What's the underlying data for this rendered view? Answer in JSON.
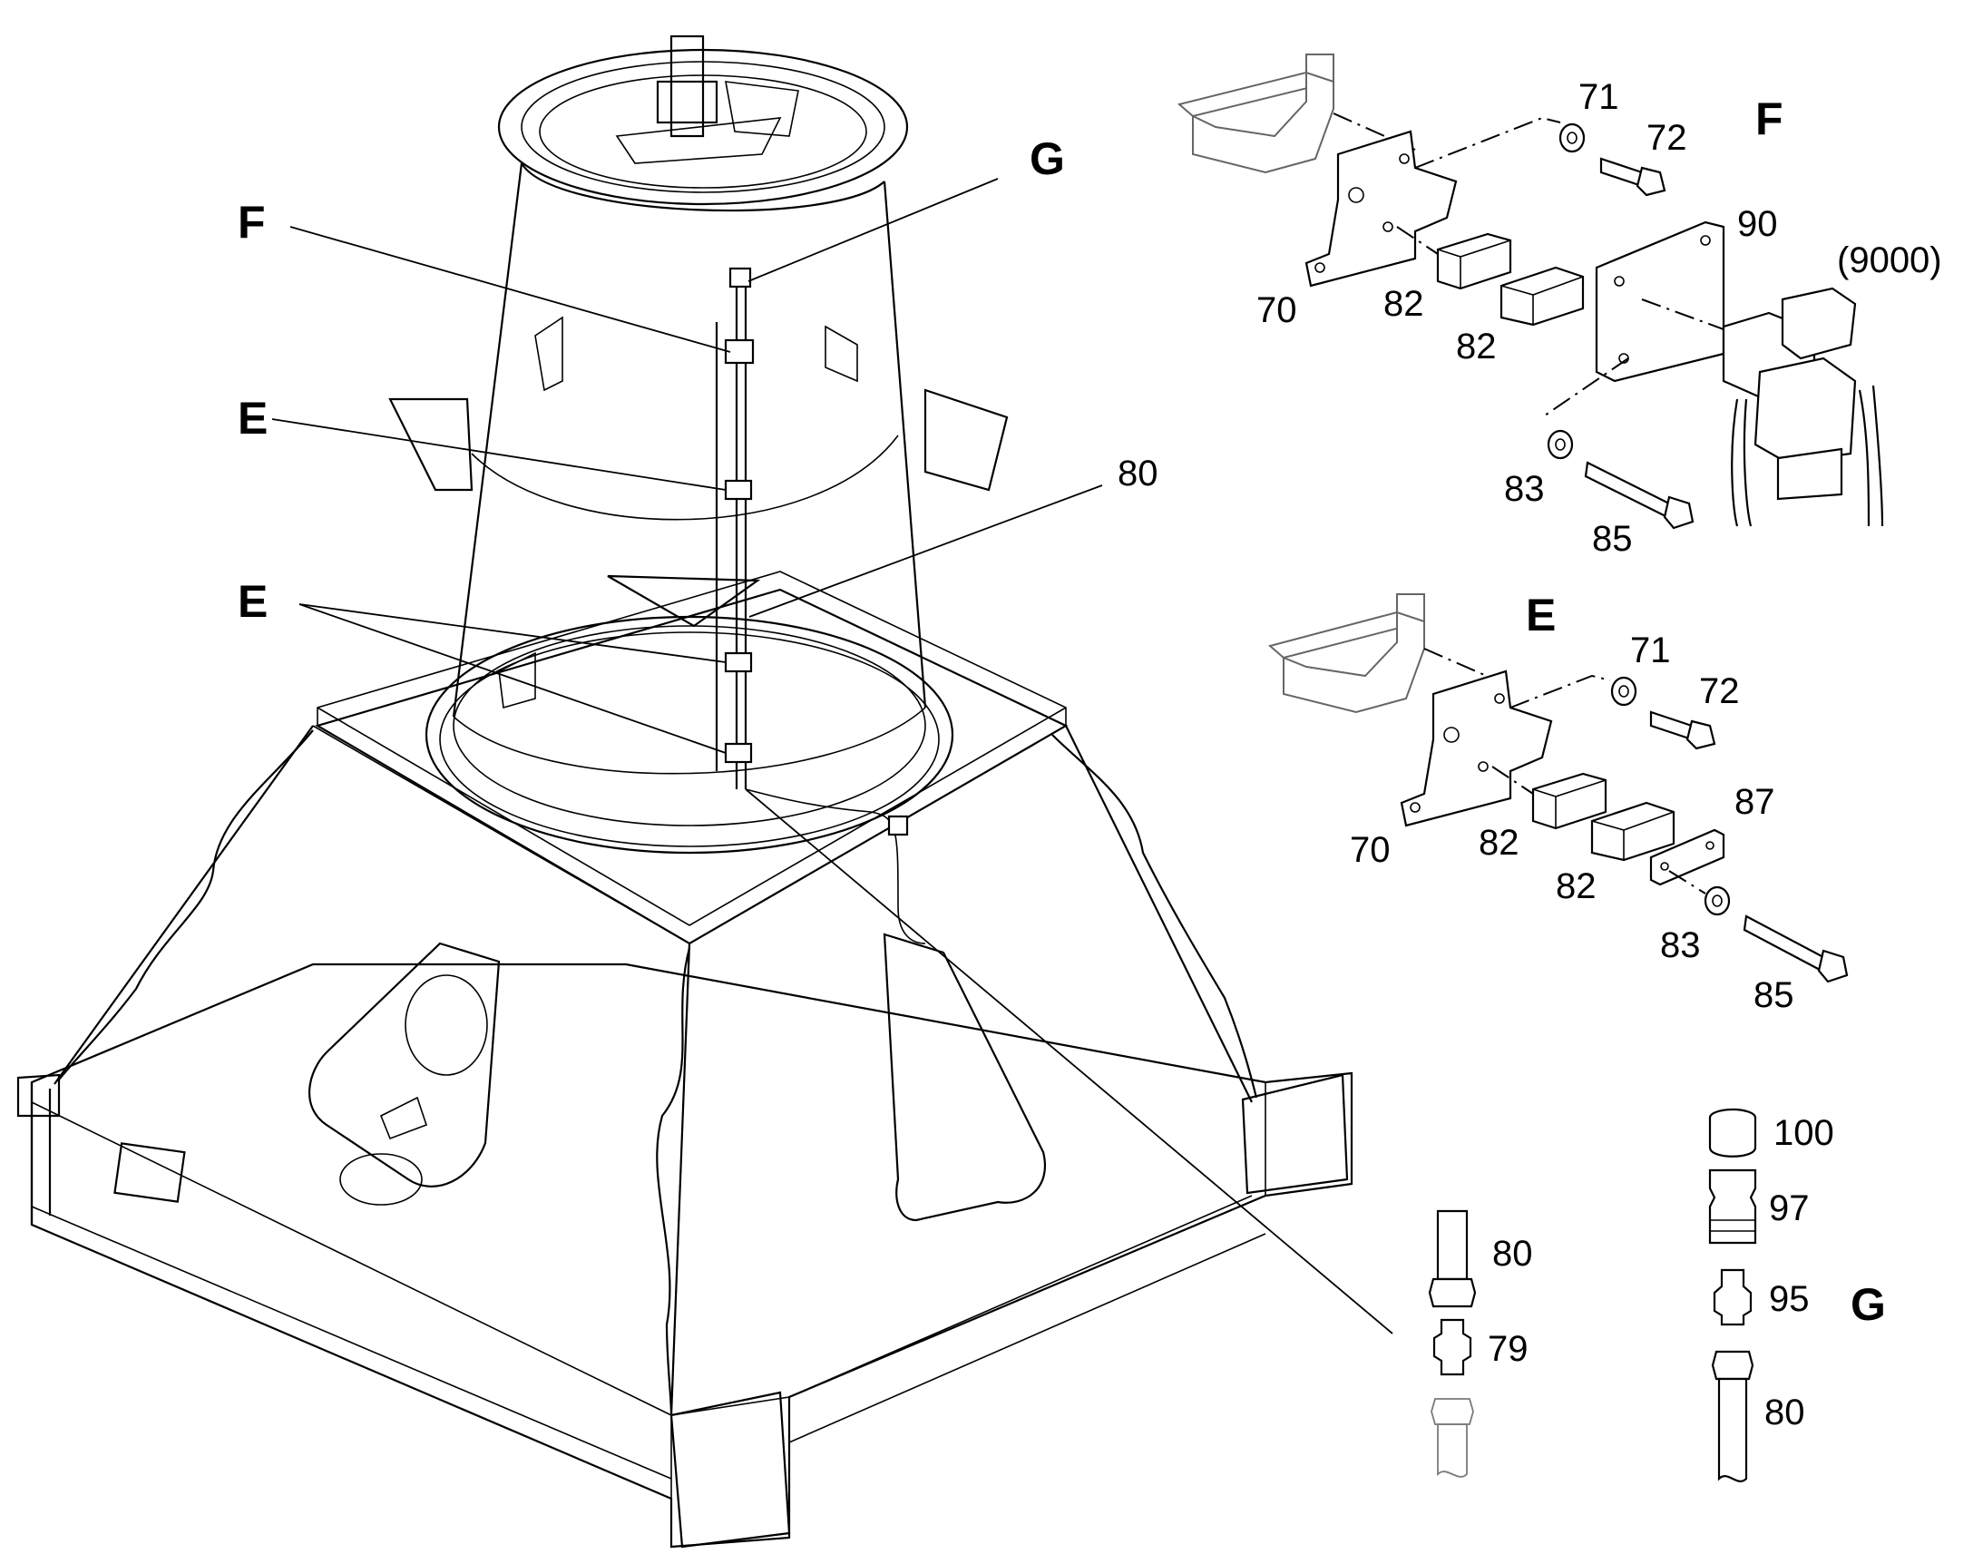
{
  "callouts": {
    "F": "F",
    "G": "G",
    "E1": "E",
    "E2": "E",
    "ref80": "80"
  },
  "detail_F": {
    "title": "F",
    "p71": "71",
    "p72": "72",
    "p90": "90",
    "p9000": "(9000)",
    "p70": "70",
    "p82a": "82",
    "p82b": "82",
    "p83": "83",
    "p85": "85"
  },
  "detail_E": {
    "title": "E",
    "p71": "71",
    "p72": "72",
    "p70": "70",
    "p82a": "82",
    "p87": "87",
    "p82b": "82",
    "p83": "83",
    "p85": "85"
  },
  "detail_G": {
    "title": "G",
    "p100": "100",
    "p97": "97",
    "p95": "95",
    "p80": "80"
  },
  "detail_79": {
    "p80": "80",
    "p79": "79"
  }
}
